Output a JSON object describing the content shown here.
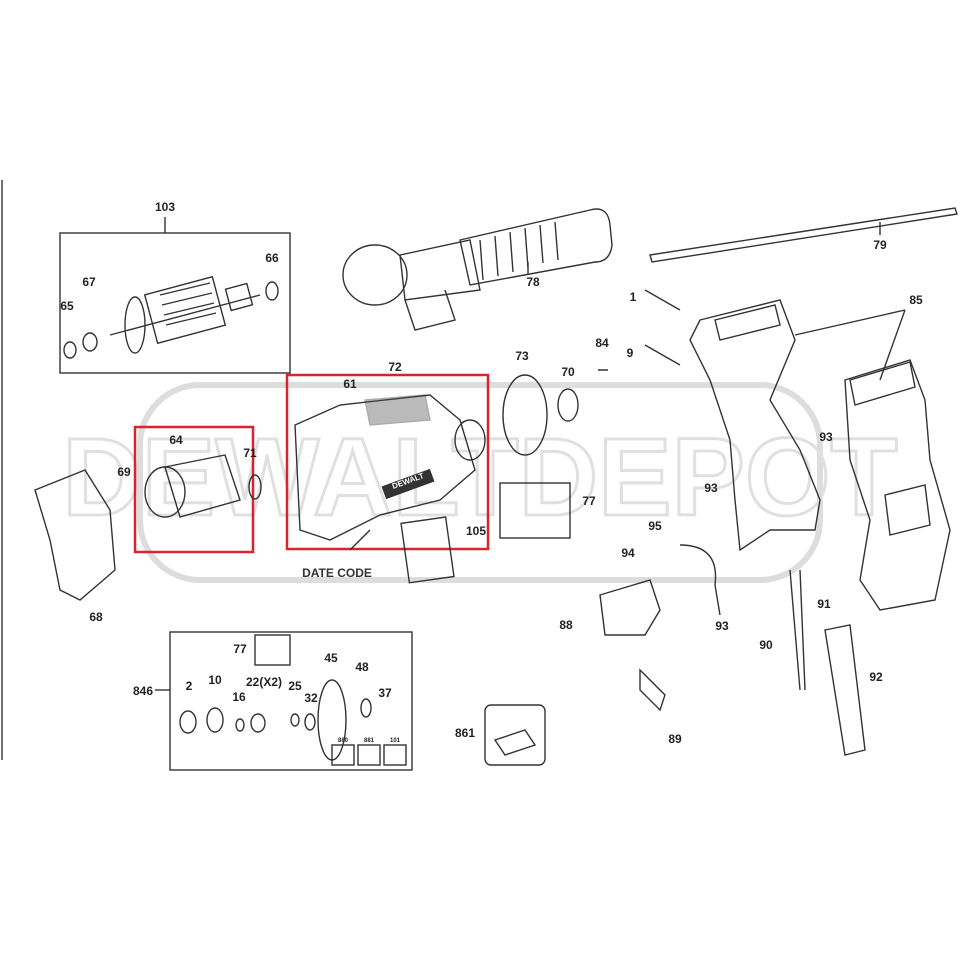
{
  "watermark": "DEWALTDEPOT",
  "highlight_color": "#d9232e",
  "brand_text": "DEWALT",
  "date_code_label": "DATE CODE",
  "labels": {
    "p103": "103",
    "p67": "67",
    "p66": "66",
    "p65": "65",
    "p78": "78",
    "p79": "79",
    "p1": "1",
    "p85": "85",
    "p9": "9",
    "p84": "84",
    "p73": "73",
    "p70": "70",
    "p72": "72",
    "p61": "61",
    "p64": "64",
    "p71": "71",
    "p69": "69",
    "p68": "68",
    "p105": "105",
    "p77a": "77",
    "p93a": "93",
    "p93b": "93",
    "p93c": "93",
    "p95": "95",
    "p94": "94",
    "p88": "88",
    "p91": "91",
    "p90": "90",
    "p92": "92",
    "p89": "89",
    "p861": "861",
    "p846": "846",
    "p77b": "77",
    "p2": "2",
    "p10": "10",
    "p16": "16",
    "p22": "22(X2)",
    "p25": "25",
    "p32": "32",
    "p45": "45",
    "p48": "48",
    "p37": "37",
    "p880": "880",
    "p881": "881",
    "p101": "101"
  }
}
